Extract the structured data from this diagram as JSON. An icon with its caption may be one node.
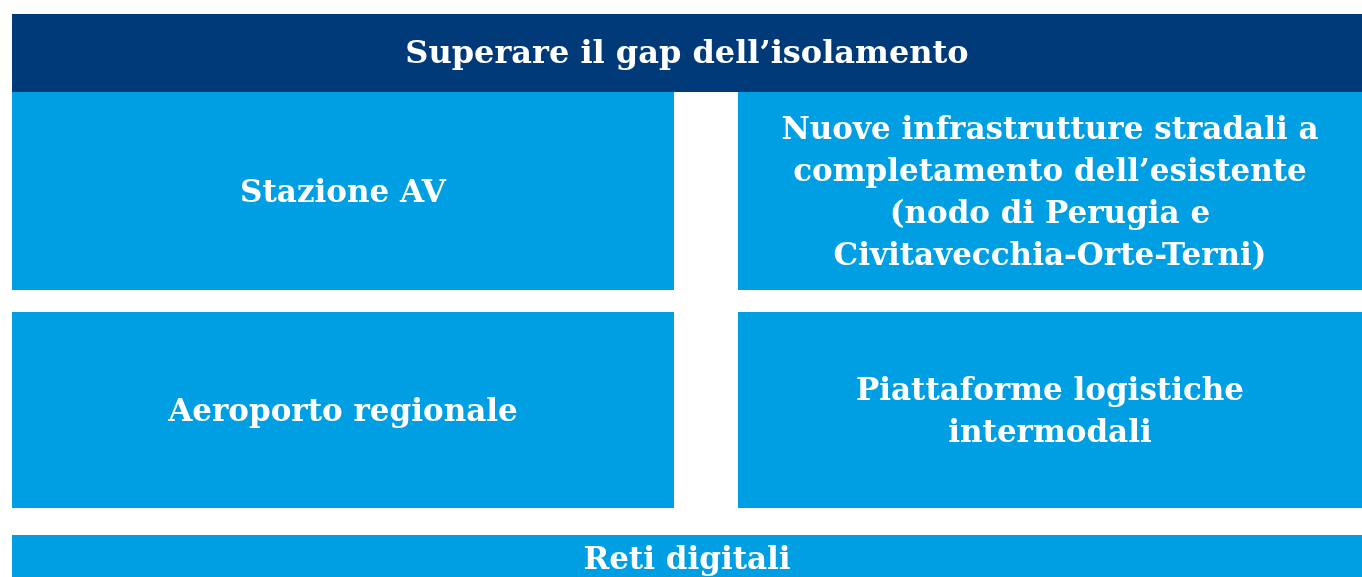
{
  "diagram": {
    "nodes": [
      {
        "text": [
          "Superare il gap dell’isolamento"
        ]
      },
      {
        "text": [
          "Stazione AV"
        ]
      },
      {
        "text": [
          "Nuove infrastrutture stradali a completamento dell’esistente (nodo di Perugia e Civitavecchia-Orte-Terni)"
        ]
      },
      {
        "text": [
          "Aeroporto regionale"
        ]
      },
      {
        "text": [
          "Piattaforme logistiche intermodali"
        ]
      },
      {
        "text": [
          "Reti digitali"
        ]
      }
    ],
    "edges": []
  }
}
